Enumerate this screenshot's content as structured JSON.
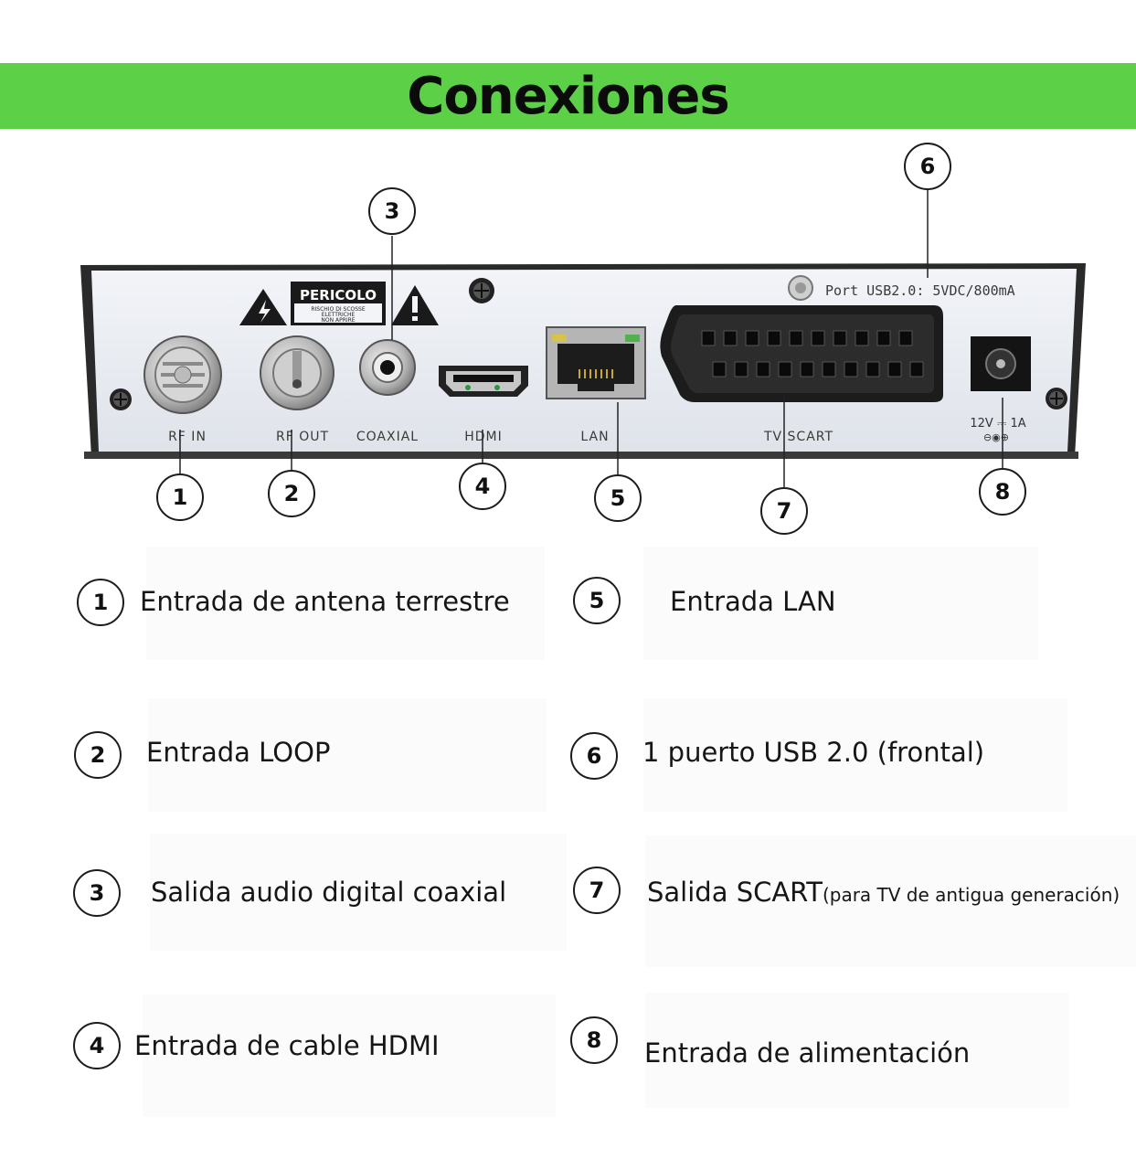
{
  "title": "Conexiones",
  "device": {
    "warning_title": "PERICOLO",
    "warning_sub_1": "RISCHIO DI SCOSSE",
    "warning_sub_2": "ELETTRICHE",
    "warning_sub_3": "NON APRIRE",
    "usb_port_text": "Port USB2.0: 5VDC/800mA",
    "ports": [
      "RF IN",
      "RF OUT",
      "COAXIAL",
      "HDMI",
      "LAN",
      "TV SCART",
      "12V ⎓ 1A"
    ]
  },
  "callouts": [
    "1",
    "2",
    "3",
    "4",
    "5",
    "6",
    "7",
    "8"
  ],
  "legend": [
    {
      "num": "1",
      "text": "Entrada de antena terrestre"
    },
    {
      "num": "2",
      "text": "Entrada LOOP"
    },
    {
      "num": "3",
      "text": "Salida audio digital coaxial"
    },
    {
      "num": "4",
      "text": "Entrada de cable HDMI"
    },
    {
      "num": "5",
      "text": "Entrada LAN"
    },
    {
      "num": "6",
      "text": "1 puerto USB 2.0 (frontal)"
    },
    {
      "num": "7",
      "text": "Salida SCART",
      "note": "(para TV de antigua generación)"
    },
    {
      "num": "8",
      "text": "Entrada de alimentación"
    }
  ]
}
